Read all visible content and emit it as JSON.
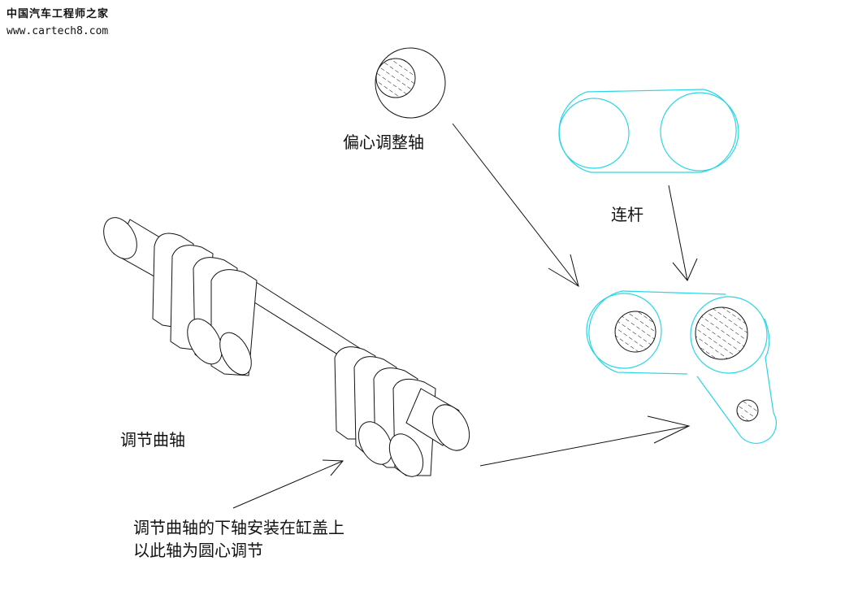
{
  "watermark": {
    "site_name": "中国汽车工程师之家",
    "url": "www.cartech8.com"
  },
  "labels": {
    "eccentric_shaft": "偏心调整轴",
    "connecting_rod": "连杆",
    "adjusting_crankshaft": "调节曲轴",
    "note_line1": "调节曲轴的下轴安装在缸盖上",
    "note_line2": "以此轴为圆心调节"
  },
  "colors": {
    "ink": "#111111",
    "cyan": "#29d6e6"
  }
}
